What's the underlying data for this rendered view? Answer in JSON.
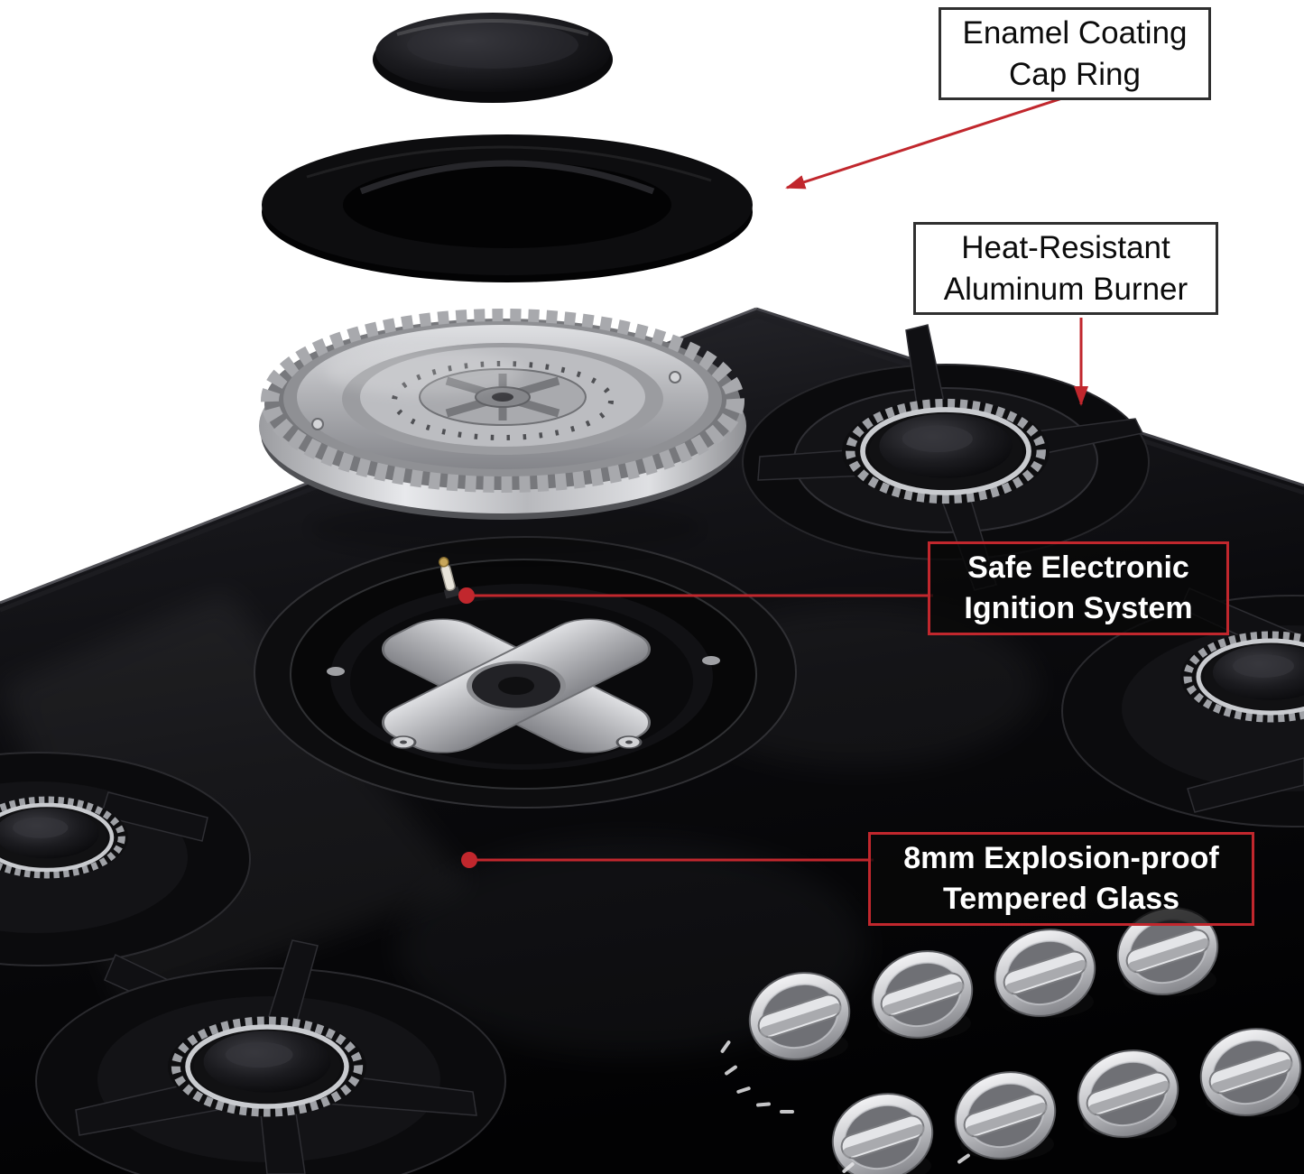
{
  "annotations": {
    "cap_ring": {
      "line1": "Enamel Coating",
      "line2": "Cap Ring"
    },
    "aluminum_burner": {
      "line1": "Heat-Resistant",
      "line2": "Aluminum Burner"
    },
    "ignition": {
      "line1": "Safe Electronic",
      "line2": "Ignition System"
    },
    "tempered_glass": {
      "line1": "8mm Explosion-proof",
      "line2": "Tempered Glass"
    }
  },
  "colors": {
    "annotation_red": "#c1272d",
    "light_label_border": "#2f2f2f",
    "dark_label_bg": "rgba(8,8,8,0.78)",
    "glass_black": "#0a0a0d",
    "metal_silver": "#b0b1b5"
  }
}
